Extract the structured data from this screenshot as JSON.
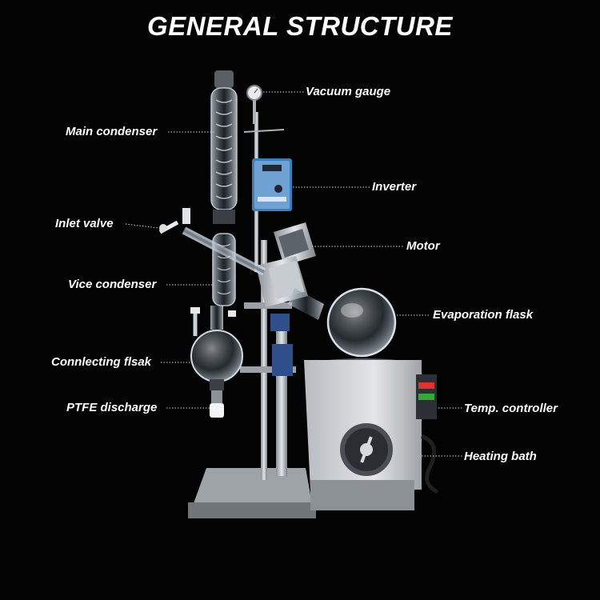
{
  "title": "GENERAL STRUCTURE",
  "labels": {
    "vacuum_gauge": "Vacuum gauge",
    "main_condenser": "Main condenser",
    "inverter": "Inverter",
    "inlet_valve": "Inlet valve",
    "motor": "Motor",
    "vice_condenser": "Vice condenser",
    "evaporation_flask": "Evaporation flask",
    "collecting_flask": "Connlecting flsak",
    "temp_controller": "Temp. controller",
    "ptfe_discharge": "PTFE discharge",
    "heating_bath": "Heating bath"
  },
  "colors": {
    "background": "#030303",
    "text": "#ffffff",
    "leader": "#cfcfcf",
    "glass": "#9fb3c4",
    "metal": "#b9bec4",
    "inverter_panel": "#3f7db6",
    "clamp_blue": "#2f4f8a"
  }
}
